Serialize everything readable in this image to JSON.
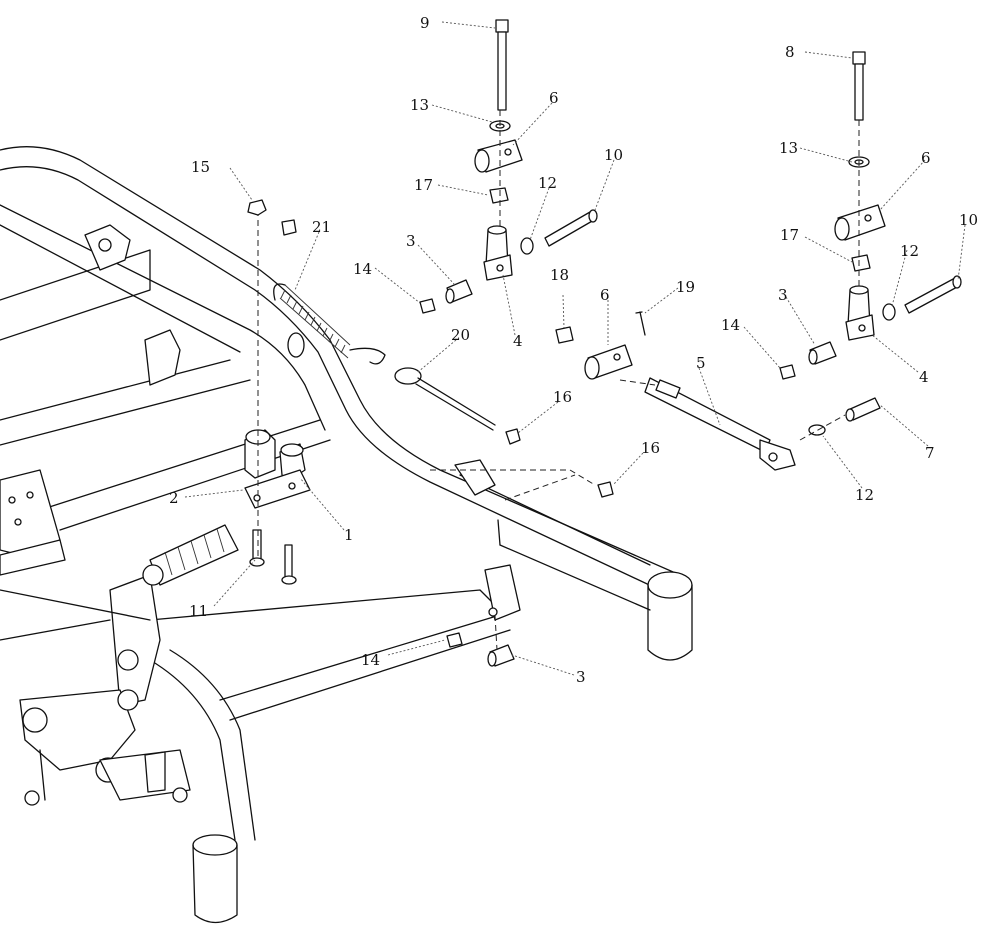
{
  "callouts": {
    "c1": "1",
    "c2": "2",
    "c3a": "3",
    "c3b": "3",
    "c3c": "3",
    "c4a": "4",
    "c4b": "4",
    "c5": "5",
    "c6a": "6",
    "c6b": "6",
    "c6c": "6",
    "c7": "7",
    "c8": "8",
    "c9": "9",
    "c10a": "10",
    "c10b": "10",
    "c11": "11",
    "c12a": "12",
    "c12b": "12",
    "c12c": "12",
    "c13a": "13",
    "c13b": "13",
    "c14a": "14",
    "c14b": "14",
    "c14c": "14",
    "c15": "15",
    "c16a": "16",
    "c16b": "16",
    "c17a": "17",
    "c17b": "17",
    "c18": "18",
    "c19": "19",
    "c20": "20",
    "c21": "21"
  }
}
